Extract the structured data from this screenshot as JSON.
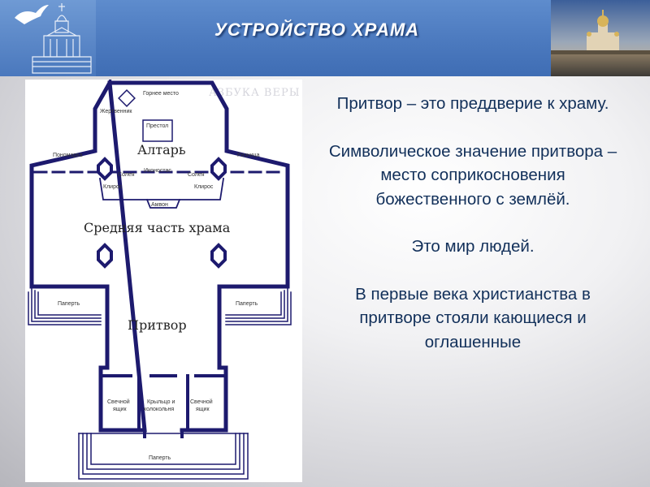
{
  "header": {
    "title": "УСТРОЙСТВО  ХРАМА"
  },
  "plan": {
    "watermark": "АЗБУКА ВЕРЫ",
    "labels": {
      "gornee_mesto": "Горнее место",
      "zhertvennik": "Жертвенник",
      "prestol": "Престол",
      "altar": "Алтарь",
      "ponomarka": "Пономарка",
      "riznitsa": "Ризница",
      "soleya_left": "Солея",
      "soleya_right": "Солея",
      "ikonostas": "Иконостас",
      "kliros_left": "Клирос",
      "kliros_right": "Клирос",
      "ambon": "Амвон",
      "middle": "Средняя часть храма",
      "paperts_left": "Паперть",
      "paperts_right": "Паперть",
      "paperts_bottom": "Паперть",
      "pritvor": "Притвор",
      "candle_left_1": "Свечной",
      "candle_left_2": "ящик",
      "porch_1": "Крыльцо и",
      "porch_2": "колокольня",
      "candle_right_1": "Свечной",
      "candle_right_2": "ящик"
    }
  },
  "text": {
    "p1": "Притвор – это преддверие к храму.",
    "p2": "Символическое значение притвора – место соприкосновения божественного с землёй.",
    "p3": "Это мир людей.",
    "p4": "В первые века христианства в притворе стояли кающиеся и оглашенные"
  },
  "colors": {
    "header": "#4a78bd",
    "plan_lines": "#1d1a6e",
    "text": "#12305a"
  }
}
